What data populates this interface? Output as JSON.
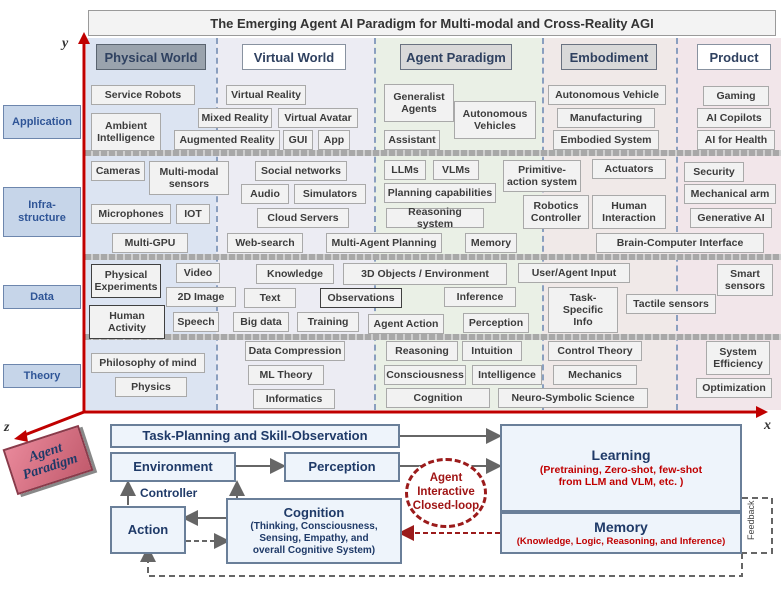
{
  "title": "The Emerging Agent AI Paradigm for Multi-modal and Cross-Reality AGI",
  "axes": {
    "y": "y",
    "x": "x",
    "z": "z"
  },
  "columns": [
    "Physical World",
    "Virtual World",
    "Agent Paradigm",
    "Embodiment",
    "Product"
  ],
  "rows": [
    "Application",
    "Infra-\nstructure",
    "Data",
    "Theory"
  ],
  "application": {
    "physical": [
      "Service Robots",
      "Ambient\nIntelligence"
    ],
    "virtual": [
      "Virtual Reality",
      "Mixed Reality",
      "Virtual Avatar",
      "Augmented Reality",
      "GUI",
      "App"
    ],
    "agent": [
      "Generalist\nAgents",
      "Autonomous\nVehicles",
      "Assistant"
    ],
    "embodiment": [
      "Autonomous Vehicle",
      "Manufacturing",
      "Embodied System"
    ],
    "product": [
      "Gaming",
      "AI Copilots",
      "AI for Health"
    ]
  },
  "infra": {
    "physical": [
      "Cameras",
      "Multi-modal\nsensors",
      "Microphones",
      "IOT",
      "Multi-GPU"
    ],
    "virtual": [
      "Social networks",
      "Audio",
      "Simulators",
      "Cloud Servers",
      "Web-search",
      "Multi-Agent Planning"
    ],
    "agent": [
      "LLMs",
      "VLMs",
      "Primitive-\naction system",
      "Planning capabilities",
      "Reasoning system",
      "Memory"
    ],
    "embodiment": [
      "Actuators",
      "Robotics\nController",
      "Human\nInteraction",
      "Brain-Computer Interface"
    ],
    "product": [
      "Security",
      "Mechanical arm",
      "Generative AI"
    ]
  },
  "data": {
    "physical": [
      "Physical\nExperiments",
      "Video",
      "2D Image",
      "Human\nActivity",
      "Speech"
    ],
    "virtual": [
      "Knowledge",
      "3D Objects / Environment",
      "Text",
      "Observations",
      "Big data",
      "Training"
    ],
    "agent": [
      "Inference",
      "Agent Action",
      "Perception"
    ],
    "embodiment": [
      "User/Agent  Input",
      "Task-\nSpecific\nInfo",
      "Tactile sensors"
    ],
    "product": [
      "Smart\nsensors"
    ]
  },
  "theory": {
    "physical": [
      "Philosophy of mind",
      "Physics"
    ],
    "virtual": [
      "Data Compression",
      "ML Theory",
      "Informatics"
    ],
    "agent": [
      "Reasoning",
      "Intuition",
      "Consciousness",
      "Intelligence",
      "Cognition",
      "Neuro-Symbolic Science"
    ],
    "embodiment": [
      "Control Theory",
      "Mechanics"
    ],
    "product": [
      "System\nEfficiency",
      "Optimization"
    ]
  },
  "paradigm": {
    "badge": "Agent\nParadigm",
    "task": "Task-Planning and Skill-Observation",
    "environment": "Environment",
    "perception": "Perception",
    "controller": "Controller",
    "action": "Action",
    "cognition_title": "Cognition",
    "cognition_sub": "(Thinking, Consciousness,\nSensing, Empathy, and\noverall Cognitive System)",
    "loop": "Agent\nInteractive\nClosed-loop",
    "learning_title": "Learning",
    "learning_sub": "(Pretraining, Zero-shot, few-shot\nfrom LLM and VLM, etc. )",
    "memory_title": "Memory",
    "memory_sub": "(Knowledge, Logic, Reasoning, and Inference)",
    "feedback": "Feedback"
  },
  "colors": {
    "accent": "#2f5597",
    "axis": "#c00000",
    "loop": "#9b1b1b"
  }
}
